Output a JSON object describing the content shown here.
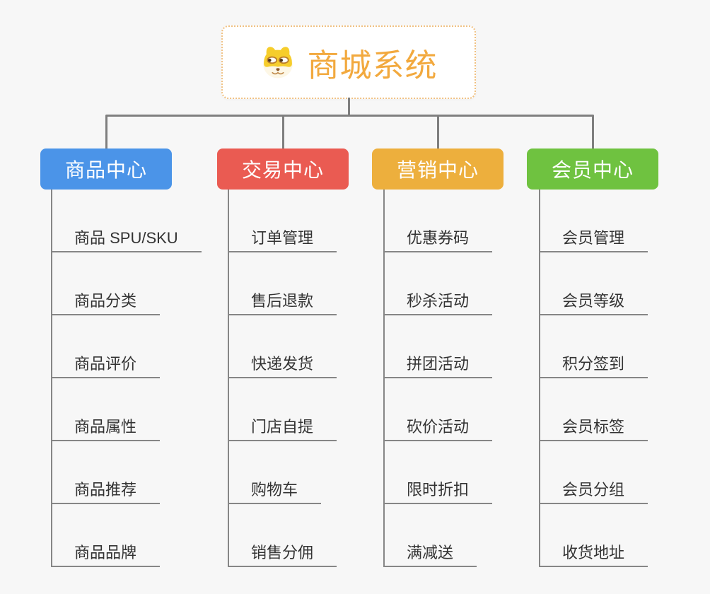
{
  "root": {
    "title": "商城系统",
    "icon": "doge-icon",
    "title_color": "#f2a93e",
    "border_color": "#f0c182"
  },
  "connectors": {
    "main_color": "#7f7f7f",
    "sub_color": "#868686"
  },
  "branches": [
    {
      "id": "product-center",
      "label": "商品中心",
      "color": "#4b94e8",
      "children": [
        "商品 SPU/SKU",
        "商品分类",
        "商品评价",
        "商品属性",
        "商品推荐",
        "商品品牌"
      ]
    },
    {
      "id": "trade-center",
      "label": "交易中心",
      "color": "#ea5b52",
      "children": [
        "订单管理",
        "售后退款",
        "快递发货",
        "门店自提",
        "购物车",
        "销售分佣"
      ]
    },
    {
      "id": "marketing-center",
      "label": "营销中心",
      "color": "#edaf3d",
      "children": [
        "优惠券码",
        "秒杀活动",
        "拼团活动",
        "砍价活动",
        "限时折扣",
        "满减送"
      ]
    },
    {
      "id": "member-center",
      "label": "会员中心",
      "color": "#6fc240",
      "children": [
        "会员管理",
        "会员等级",
        "积分签到",
        "会员标签",
        "会员分组",
        "收货地址"
      ]
    }
  ]
}
